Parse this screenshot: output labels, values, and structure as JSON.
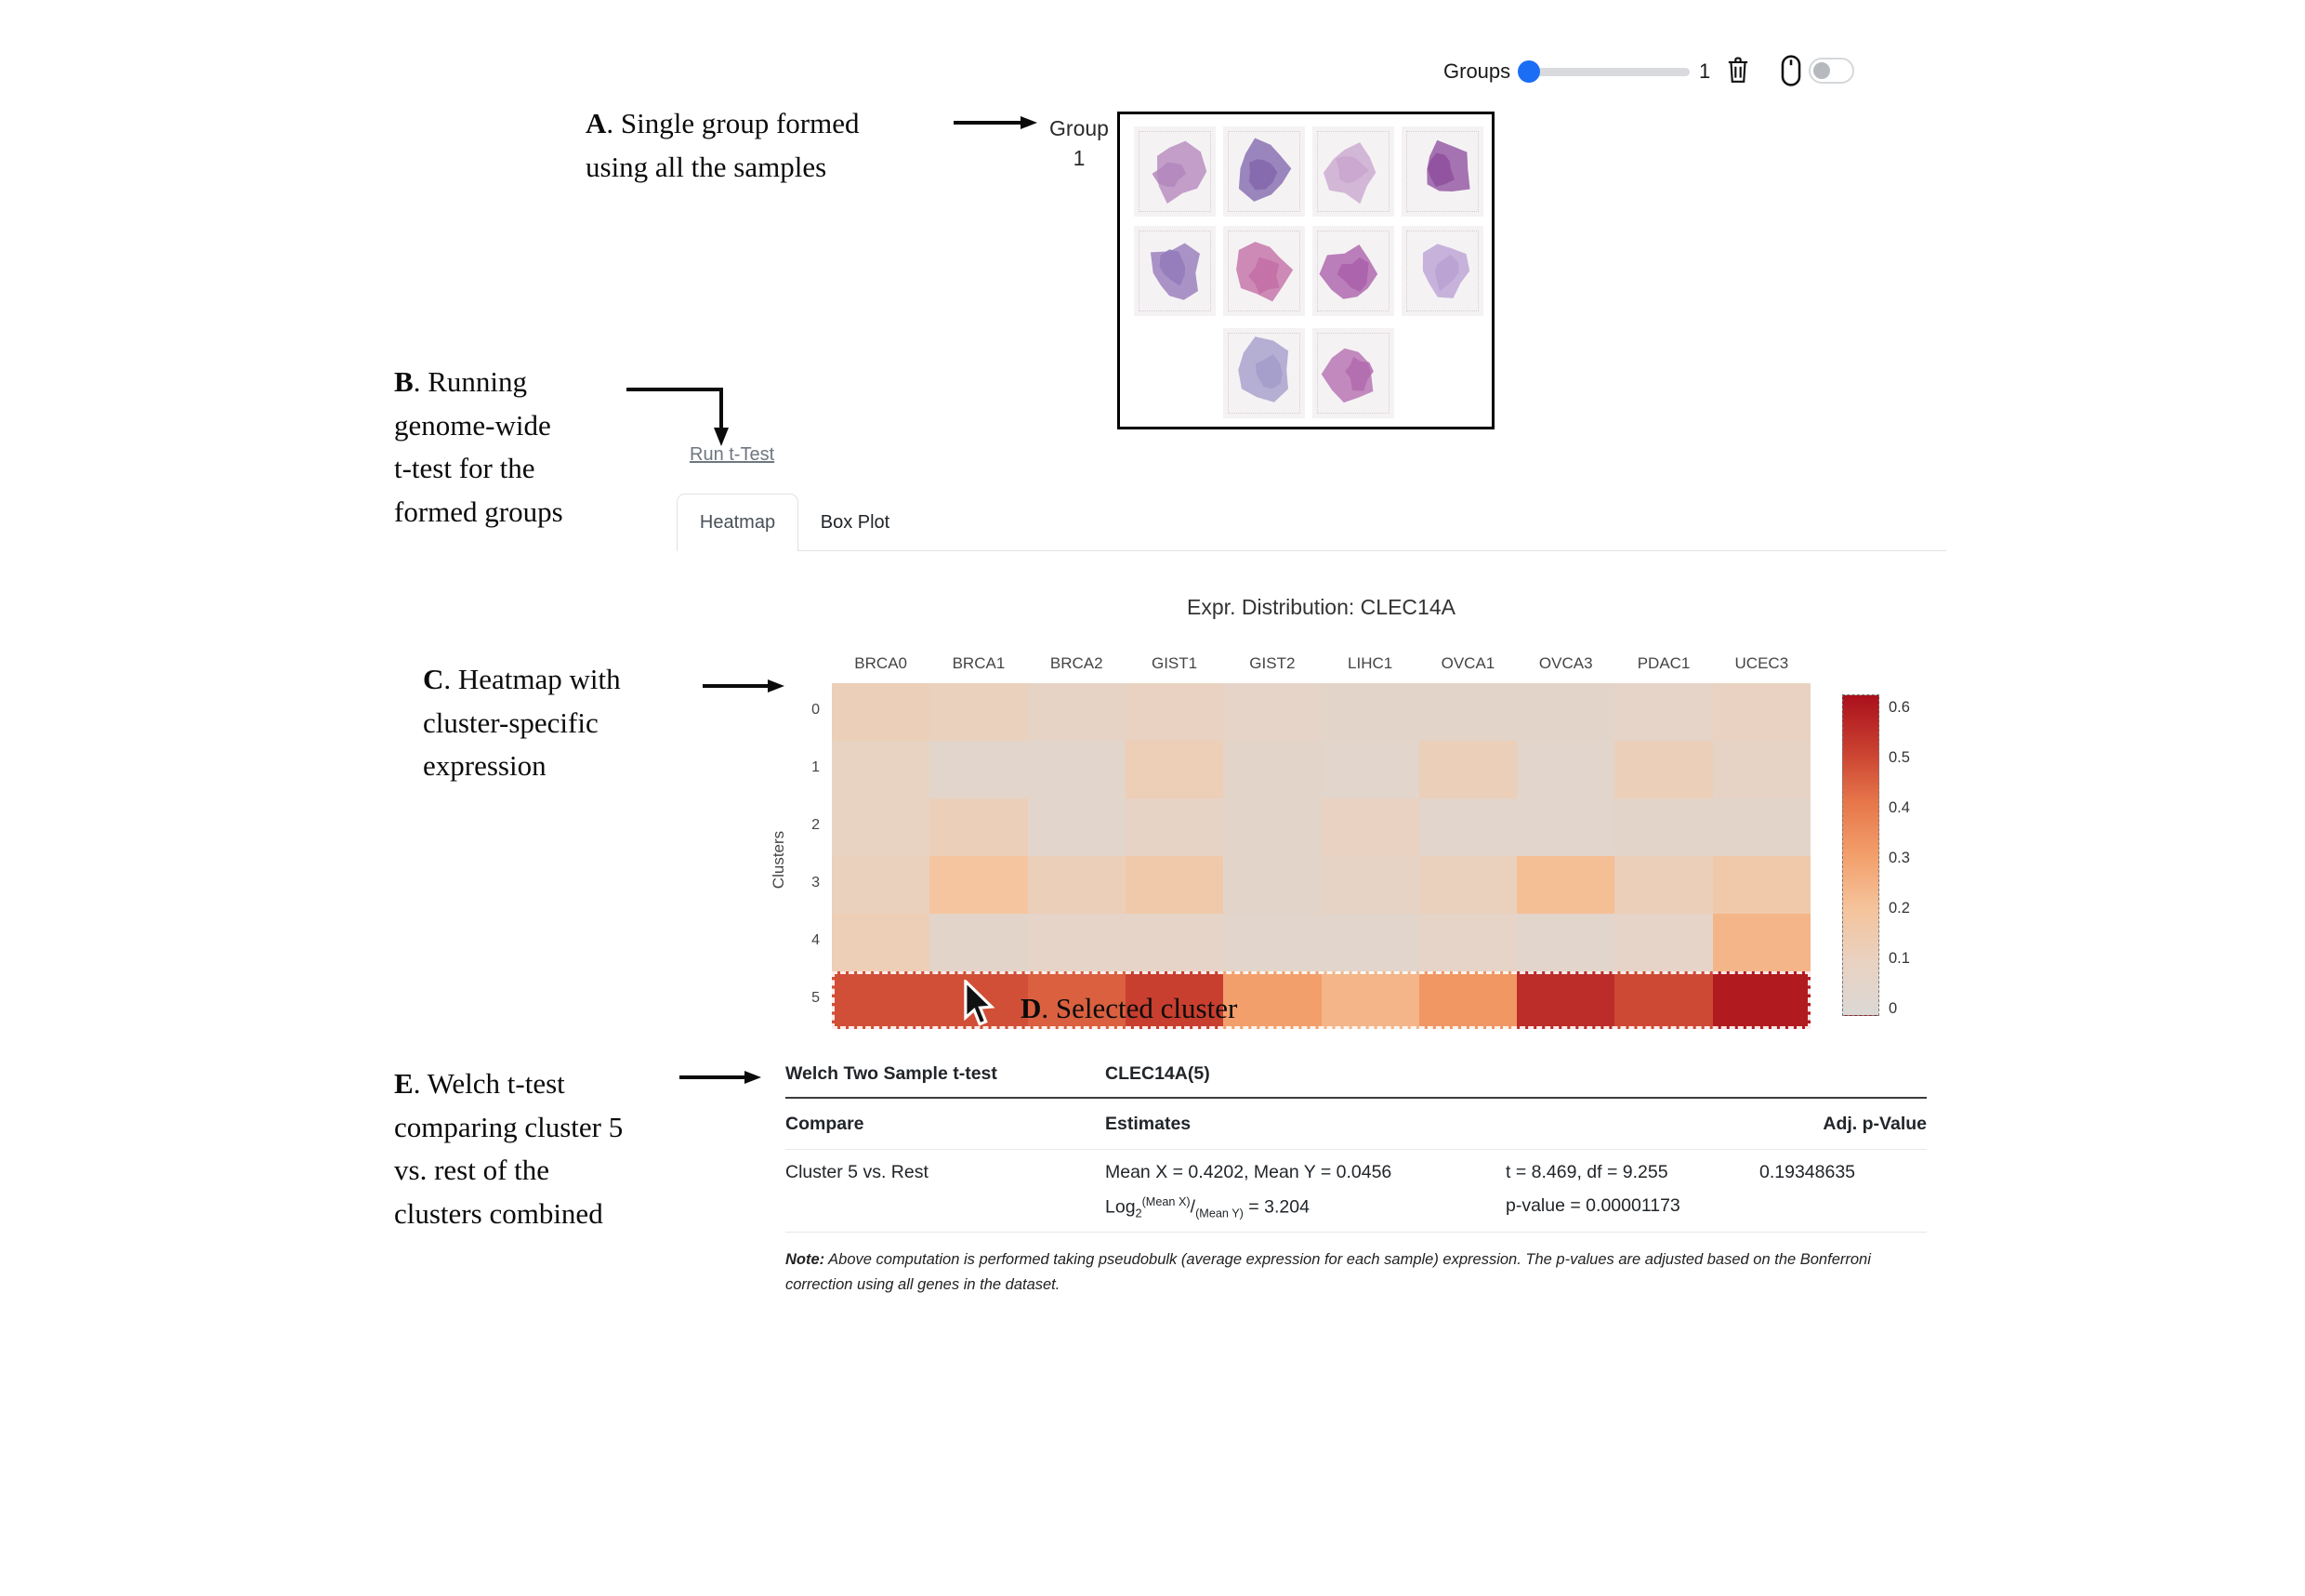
{
  "toolbar": {
    "groups_label": "Groups",
    "groups_value": "1",
    "icons": {
      "delete": "trash-icon",
      "pointer": "mouse-icon",
      "toggle_state": "off"
    }
  },
  "group_panel": {
    "label": "Group",
    "number": "1",
    "sample_count": 10,
    "sample_colors": [
      "#b387bd",
      "#8267ad",
      "#c9a6ce",
      "#8e4f9e",
      "#9379b8",
      "#c26da4",
      "#a95fa9",
      "#b9a0d2",
      "#a39cc9",
      "#b26bae"
    ]
  },
  "run_ttest_link": "Run t-Test",
  "tabs": [
    {
      "label": "Heatmap",
      "active": true
    },
    {
      "label": "Box Plot",
      "active": false
    }
  ],
  "annotations": {
    "a": {
      "letter": "A",
      "text": ". Single group formed\nusing all the samples"
    },
    "b": {
      "letter": "B",
      "text": ". Running\ngenome-wide\nt-test for the\nformed groups"
    },
    "c": {
      "letter": "C",
      "text": ". Heatmap with\ncluster-specific\nexpression"
    },
    "d": {
      "letter": "D",
      "text": ". Selected cluster"
    },
    "e": {
      "letter": "E",
      "text": ". Welch t-test\ncomparing cluster 5\nvs. rest of the\nclusters combined"
    }
  },
  "chart_data": {
    "type": "heatmap",
    "title": "Expr. Distribution: CLEC14A",
    "x_categories": [
      "BRCA0",
      "BRCA1",
      "BRCA2",
      "GIST1",
      "GIST2",
      "LIHC1",
      "OVCA1",
      "OVCA3",
      "PDAC1",
      "UCEC3"
    ],
    "y_categories": [
      "0",
      "1",
      "2",
      "3",
      "4",
      "5"
    ],
    "ylabel": "Clusters",
    "values": [
      [
        0.12,
        0.11,
        0.08,
        0.1,
        0.07,
        0.06,
        0.06,
        0.06,
        0.07,
        0.1
      ],
      [
        0.09,
        0.05,
        0.05,
        0.13,
        0.06,
        0.05,
        0.12,
        0.05,
        0.12,
        0.08
      ],
      [
        0.09,
        0.12,
        0.05,
        0.08,
        0.06,
        0.1,
        0.05,
        0.05,
        0.06,
        0.06
      ],
      [
        0.11,
        0.19,
        0.12,
        0.16,
        0.06,
        0.08,
        0.11,
        0.21,
        0.12,
        0.16
      ],
      [
        0.13,
        0.06,
        0.07,
        0.07,
        0.05,
        0.05,
        0.07,
        0.05,
        0.07,
        0.24
      ],
      [
        0.47,
        0.47,
        0.44,
        0.5,
        0.3,
        0.24,
        0.32,
        0.55,
        0.48,
        0.6
      ]
    ],
    "selected_cluster": "5",
    "colorbar": {
      "tick_labels": [
        "0.6",
        "0.5",
        "0.4",
        "0.3",
        "0.2",
        "0.1",
        "0"
      ],
      "vmin": 0,
      "vmax": 0.63,
      "gradient_stops": [
        "#dbd8d5",
        "#e9d2c1",
        "#f5c39b",
        "#f39f6b",
        "#e6764a",
        "#c83e2f",
        "#aa101c"
      ]
    }
  },
  "ttest_table": {
    "test_name": "Welch Two Sample t-test",
    "gene_label": "CLEC14A(5)",
    "columns": [
      "Compare",
      "Estimates",
      "Adj. p-Value"
    ],
    "rows": [
      {
        "compare": "Cluster 5 vs. Rest",
        "estimates_line1": "Mean X = 0.4202, Mean Y = 0.0456",
        "log_formula": {
          "base_text": "Log",
          "sub": "2",
          "sup": "(Mean X)",
          "divider": "/",
          "denom": "(Mean Y)",
          "result": " = 3.204"
        },
        "stats_line1": "t = 8.469, df = 9.255",
        "stats_line2": "p-value = 0.00001173",
        "adj_p_value": "0.19348635"
      }
    ],
    "note_label": "Note:",
    "note_text": " Above computation is performed taking pseudobulk (average expression for each sample) expression. The p-values are adjusted based on the Bonferroni correction using all genes in the dataset."
  }
}
